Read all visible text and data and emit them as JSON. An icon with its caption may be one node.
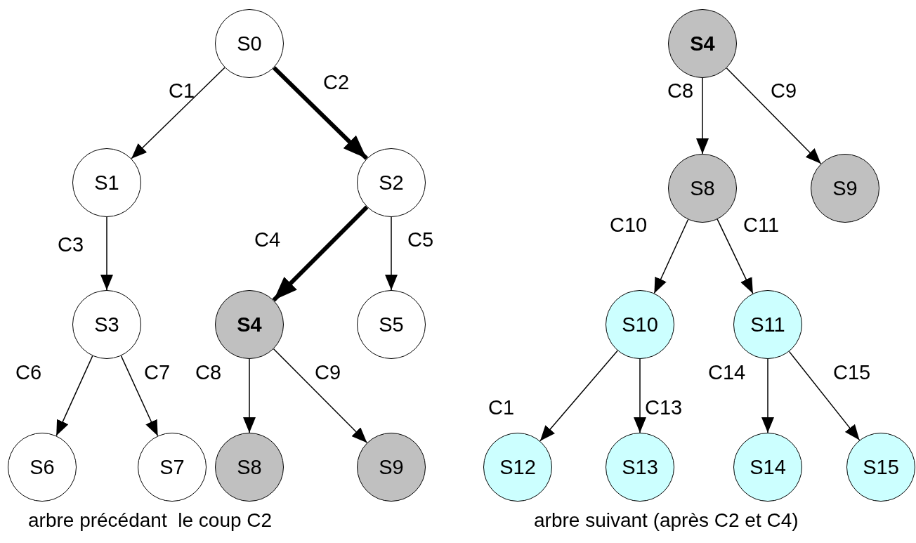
{
  "diagram": {
    "nodes": [
      {
        "text": [
          "S0"
        ]
      },
      {
        "text": [
          "S1"
        ]
      },
      {
        "text": [
          "S2"
        ]
      },
      {
        "text": [
          "S3"
        ]
      },
      {
        "text": [
          "S4"
        ]
      },
      {
        "text": [
          "S5"
        ]
      },
      {
        "text": [
          "S6"
        ]
      },
      {
        "text": [
          "S7"
        ]
      },
      {
        "text": [
          "S8"
        ]
      },
      {
        "text": [
          "S9"
        ]
      },
      {
        "text": [
          "S4"
        ]
      },
      {
        "text": [
          "S8"
        ]
      },
      {
        "text": [
          "S9"
        ]
      },
      {
        "text": [
          "S10"
        ]
      },
      {
        "text": [
          "S11"
        ]
      },
      {
        "text": [
          "S12"
        ]
      },
      {
        "text": [
          "S13"
        ]
      },
      {
        "text": [
          "S14"
        ]
      },
      {
        "text": [
          "S15"
        ]
      }
    ],
    "edges": [
      {
        "from": 0,
        "to": 1,
        "arrow": "to",
        "label": "C1"
      },
      {
        "from": 0,
        "to": 2,
        "arrow": "to",
        "label": "C2",
        "style": "thick"
      },
      {
        "from": 1,
        "to": 3,
        "arrow": "to",
        "label": "C3"
      },
      {
        "from": 2,
        "to": 4,
        "arrow": "to",
        "label": "C4",
        "style": "thick"
      },
      {
        "from": 2,
        "to": 5,
        "arrow": "to",
        "label": "C5"
      },
      {
        "from": 3,
        "to": 6,
        "arrow": "to",
        "label": "C6"
      },
      {
        "from": 3,
        "to": 7,
        "arrow": "to",
        "label": "C7"
      },
      {
        "from": 4,
        "to": 8,
        "arrow": "to",
        "label": "C8"
      },
      {
        "from": 4,
        "to": 9,
        "arrow": "to",
        "label": "C9"
      },
      {
        "from": 10,
        "to": 11,
        "arrow": "to",
        "label": "C8"
      },
      {
        "from": 10,
        "to": 12,
        "arrow": "to",
        "label": "C9"
      },
      {
        "from": 11,
        "to": 13,
        "arrow": "to",
        "label": "C10"
      },
      {
        "from": 11,
        "to": 14,
        "arrow": "to",
        "label": "C11"
      },
      {
        "from": 13,
        "to": 15,
        "arrow": "to",
        "label": "C1"
      },
      {
        "from": 13,
        "to": 16,
        "arrow": "to",
        "label": "C13"
      },
      {
        "from": 14,
        "to": 17,
        "arrow": "to",
        "label": "C14"
      },
      {
        "from": 14,
        "to": 18,
        "arrow": "to",
        "label": "C15"
      }
    ],
    "labels": [
      "arbre précédant  le coup C2",
      "arbre suivant (après C2 et C4)"
    ]
  }
}
